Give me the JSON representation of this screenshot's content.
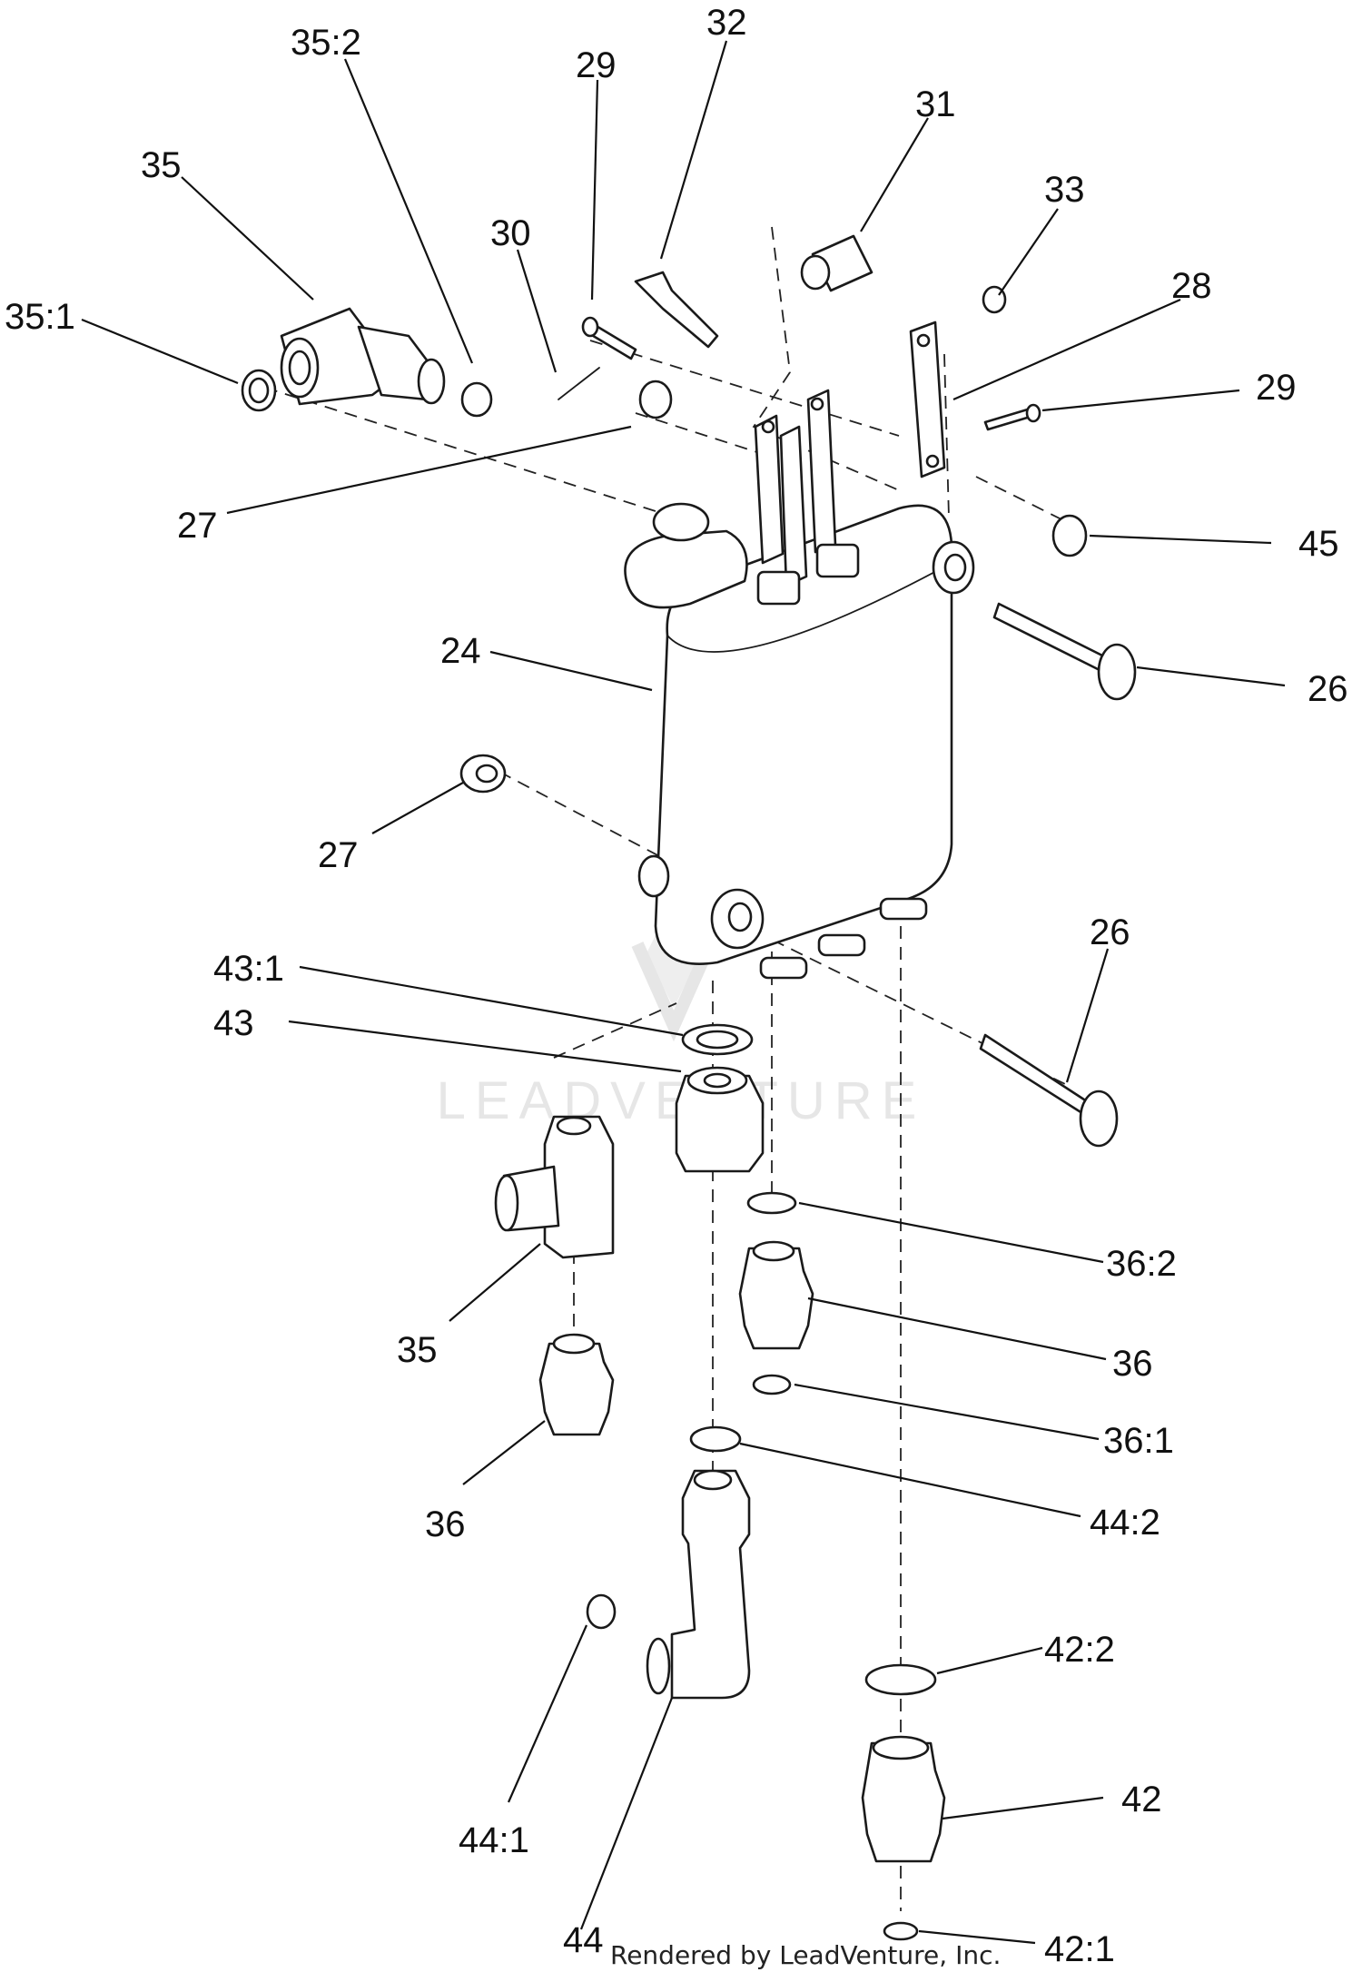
{
  "diagram": {
    "watermark_text": "LEADVENTURE",
    "credit_text": "Rendered by LeadVenture, Inc.",
    "callouts": [
      {
        "id": "c-35-2",
        "label": "35:2"
      },
      {
        "id": "c-32",
        "label": "32"
      },
      {
        "id": "c-29-top",
        "label": "29"
      },
      {
        "id": "c-31",
        "label": "31"
      },
      {
        "id": "c-35-top",
        "label": "35"
      },
      {
        "id": "c-33",
        "label": "33"
      },
      {
        "id": "c-30",
        "label": "30"
      },
      {
        "id": "c-28",
        "label": "28"
      },
      {
        "id": "c-35-1",
        "label": "35:1"
      },
      {
        "id": "c-29-right",
        "label": "29"
      },
      {
        "id": "c-27-top",
        "label": "27"
      },
      {
        "id": "c-45",
        "label": "45"
      },
      {
        "id": "c-24",
        "label": "24"
      },
      {
        "id": "c-26-top",
        "label": "26"
      },
      {
        "id": "c-27-mid",
        "label": "27"
      },
      {
        "id": "c-26-bottom",
        "label": "26"
      },
      {
        "id": "c-43-1",
        "label": "43:1"
      },
      {
        "id": "c-43",
        "label": "43"
      },
      {
        "id": "c-36-2",
        "label": "36:2"
      },
      {
        "id": "c-35-bottom",
        "label": "35"
      },
      {
        "id": "c-36-right",
        "label": "36"
      },
      {
        "id": "c-36-1",
        "label": "36:1"
      },
      {
        "id": "c-36-left",
        "label": "36"
      },
      {
        "id": "c-44-2",
        "label": "44:2"
      },
      {
        "id": "c-42-2",
        "label": "42:2"
      },
      {
        "id": "c-42",
        "label": "42"
      },
      {
        "id": "c-44-1",
        "label": "44:1"
      },
      {
        "id": "c-44",
        "label": "44"
      },
      {
        "id": "c-42-1",
        "label": "42:1"
      }
    ]
  }
}
